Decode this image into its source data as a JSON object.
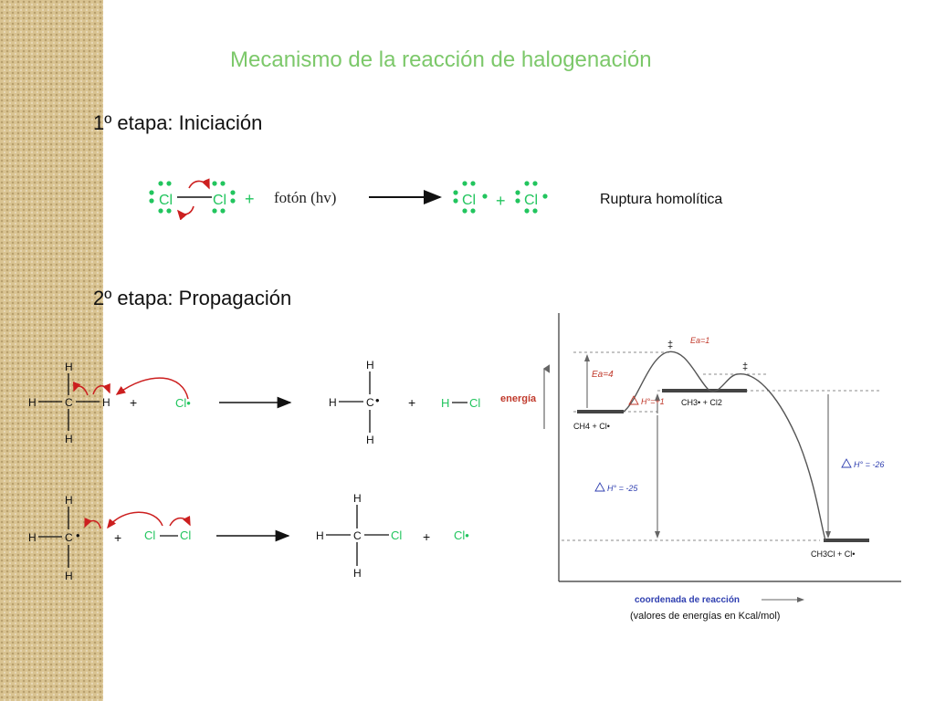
{
  "slide": {
    "title": "Mecanismo de la reacción de halogenación",
    "stage1": "1º etapa: Iniciación",
    "stage2": "2º etapa: Propagación"
  },
  "initiation": {
    "photon": "fotón (hv)",
    "note": "Ruptura homolítica"
  },
  "atoms": {
    "cl": "Cl",
    "h": "H",
    "c": "C",
    "plus": "+",
    "radical_dot": "•",
    "cl_radical": "Cl•"
  },
  "energy_diagram": {
    "y_axis_label": "energía",
    "x_axis_label": "coordenada de reacción",
    "units_note": "(valores de energías en Kcal/mol)",
    "ts_mark": "‡",
    "ea1_label": "Ea=4",
    "ea2_label": "Ea=1",
    "dh1_label": "H°=+1",
    "dh2_label": "H° = -26",
    "dh_total_label": "H° = -25",
    "reactants_label": "CH4 + Cl•",
    "intermediate_label": "CH3• + Cl2",
    "products_label": "CH3Cl + Cl•"
  },
  "colors": {
    "title_green": "#7cc86a",
    "atom_green": "#22c55e",
    "arrow_red": "#cc1f1f",
    "label_red": "#c0392b",
    "label_blue": "#2f3fb0"
  }
}
